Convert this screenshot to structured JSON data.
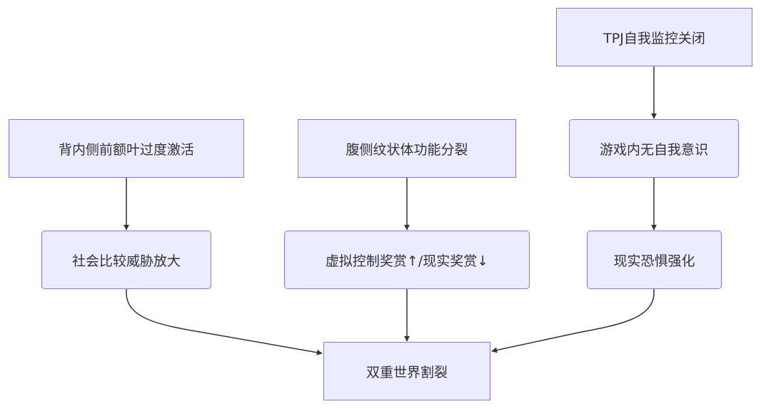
{
  "colors": {
    "node_fill": "#ececff",
    "node_border": "#9370db",
    "edge": "#333333",
    "text": "#333333"
  },
  "nodes": {
    "dlpfc": "背内侧前额叶过度激活",
    "social": "社会比较威胁放大",
    "vs": "腹侧纹状体功能分裂",
    "reward": "虚拟控制奖赏↑/现实奖赏↓",
    "tpj": "TPJ自我监控关闭",
    "noself": "游戏内无自我意识",
    "fear": "现实恐惧强化",
    "split": "双重世界割裂"
  },
  "edges": [
    {
      "from": "dlpfc",
      "to": "social"
    },
    {
      "from": "vs",
      "to": "reward"
    },
    {
      "from": "tpj",
      "to": "noself"
    },
    {
      "from": "noself",
      "to": "fear"
    },
    {
      "from": "social",
      "to": "split"
    },
    {
      "from": "reward",
      "to": "split"
    },
    {
      "from": "fear",
      "to": "split"
    }
  ]
}
